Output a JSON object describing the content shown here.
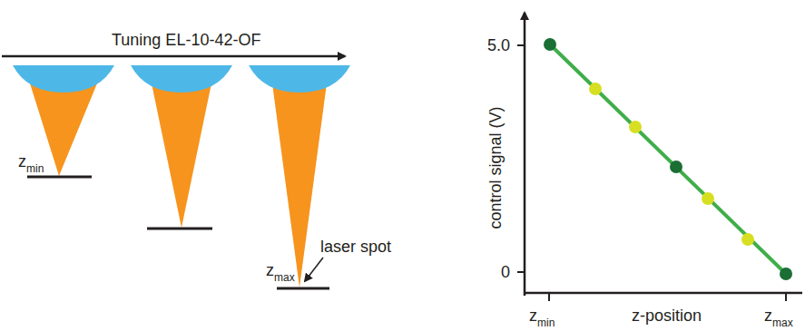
{
  "diagram": {
    "labels": [
      "Tuning EL-10-42-OF",
      "z",
      "min",
      "z",
      "max",
      "laser spot",
      "5.0",
      "0",
      "control signal (V)",
      "z",
      "min",
      "z-position",
      "z",
      "max"
    ]
  }
}
